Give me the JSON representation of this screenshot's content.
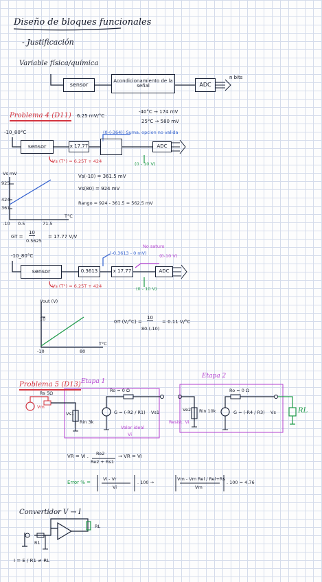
{
  "heading": {
    "title": "Diseño de bloques funcionales",
    "subtitle": "- Justificación"
  },
  "intro": {
    "label": "Variable física/química",
    "sensor": "sensor",
    "conditioning": "Acondicionamiento de la señal",
    "adc": "ADC",
    "nbits": "n bits"
  },
  "problem4": {
    "title": "Problema 4 (D11)",
    "spec_sensitivity": "6.25 mV/°C",
    "spec_range_1": "-40°C → 174 mV",
    "spec_range_2": "25°C → 580 mV",
    "temp_range": "-10_80°C",
    "sensor": "sensor",
    "gain": "x 17.77",
    "adc": "ADC",
    "offset_note": "(0-(-364)) Suma, opcion no valida",
    "vs_formula": "Vs (T°) = 6.25T + 424",
    "adc_range": "(0 - 10 V)",
    "eq_1": "Vs(-10) = 361.5 mV",
    "eq_2": "Vs(80) = 924 mV",
    "eq_3": "Rango = 924 - 361.5 = 562.5 mV",
    "gain_formula_lhs": "GT =",
    "gain_formula_num": "10",
    "gain_formula_den": "0.5625",
    "gain_formula_rhs": "= 17.77 V/V",
    "graph1": {
      "ylabel": "Vs mV",
      "xlabel": "T°C",
      "y_top": "925",
      "y_mid": "424",
      "y_bottom": "361",
      "x_left": "-10",
      "x_mid": "0.5",
      "x_right": "71.5"
    },
    "second_chain": {
      "temp_range": "-10_80°C",
      "sensor": "sensor",
      "offset_block": "0.3613",
      "gain": "x 17.77",
      "adc": "ADC",
      "note_sub": "(-0.3613 - 0 mV)",
      "note_valid": "No saturo",
      "note_range": "(0-10 V)",
      "vs_formula": "Vs (T°) = 6.25T + 424",
      "adc_range": "(0 - 10 V)"
    },
    "graph2": {
      "ylabel": "Vout (V)",
      "xlabel": "T°C",
      "y_top": "10",
      "x_left": "-10",
      "x_right": "80"
    },
    "gain_t_lhs": "GT (V/°C) =",
    "gain_t_num": "10",
    "gain_t_den": "80-(-10)",
    "gain_t_rhs": "= 0.11 V/°C"
  },
  "problem5": {
    "title": "Problema 5 (D13)",
    "stage1": "Etapa 1",
    "stage2": "Etapa 2",
    "vm": "Vm",
    "rs": "Rs 5Ω",
    "vs1": "Vs1",
    "rin1": "Rin 3k",
    "ro1": "Ro = 0 Ω",
    "g1": "G = (-R2 / R1)",
    "vs1_out": "Vs1",
    "ideal_note": "Valor ideal",
    "vi": "Vi",
    "ve2": "Ve2",
    "rin2": "Rin 10k",
    "ro2": "Ro = 0 Ω",
    "g2": "G = (-R4 / R3)",
    "vs2_out": "Vs",
    "rl": "RL",
    "resistance_note": "Resist. Vi",
    "eq_vr_lhs": "VR = Vi .",
    "eq_vr_num": "Re2",
    "eq_vr_den": "Re2 + Rs1",
    "eq_vr_rhs": "→ VR = Vi",
    "error_lhs": "Error % =",
    "error_frac1_num": "Vi - Vr",
    "error_frac1_den": "Vi",
    "error_mult": ". 100 →",
    "error_frac2_num": "Vm - Vm Rel / Rel+Rs",
    "error_frac2_den": "Vm",
    "error_rhs": ". 100 = 4.76"
  },
  "converter": {
    "title": "Convertidor V → I",
    "rl": "RL",
    "r1": "R1",
    "formula": "I = E / R1 ≠ RL"
  }
}
